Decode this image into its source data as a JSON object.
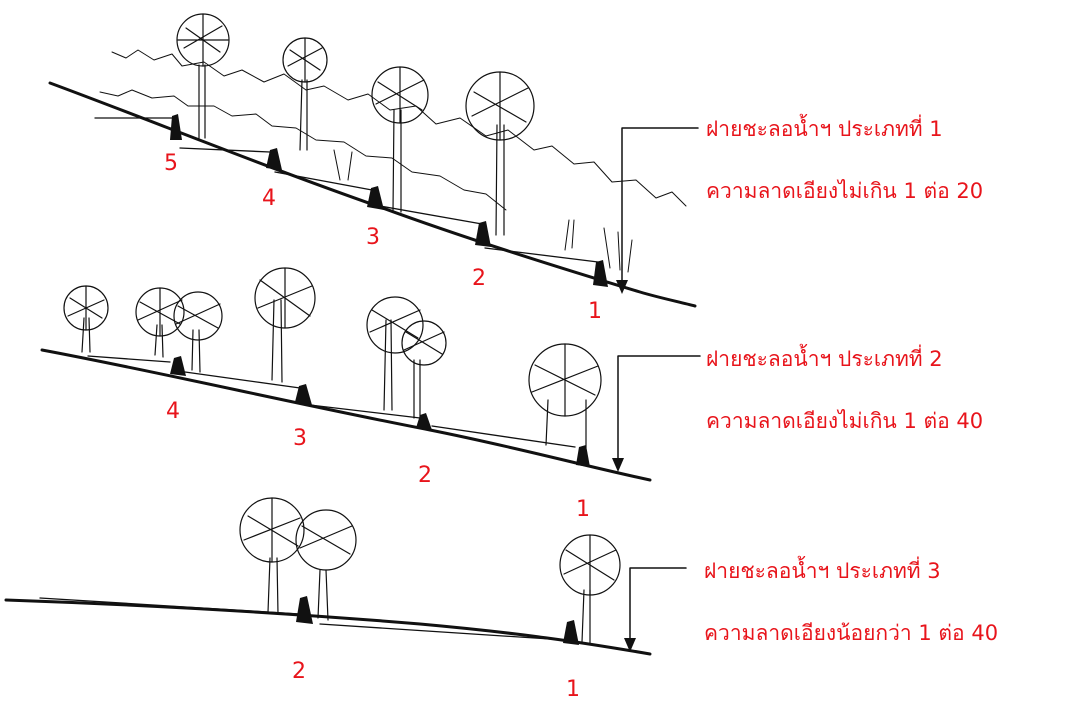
{
  "accent_color": "#e8141b",
  "ink_color": "#111111",
  "panels": [
    {
      "type_label": "ฝายชะลอน้ำฯ ประเภทที่ 1",
      "slope_label": "ความลาดเอียงไม่เกิน 1 ต่อ 20",
      "dam_numbers": [
        "1",
        "2",
        "3",
        "4",
        "5"
      ]
    },
    {
      "type_label": "ฝายชะลอน้ำฯ ประเภทที่ 2",
      "slope_label": "ความลาดเอียงไม่เกิน 1 ต่อ 40",
      "dam_numbers": [
        "1",
        "2",
        "3",
        "4"
      ]
    },
    {
      "type_label": "ฝายชะลอน้ำฯ ประเภทที่ 3",
      "slope_label": "ความลาดเอียงน้อยกว่า 1 ต่อ 40",
      "dam_numbers": [
        "1",
        "2"
      ]
    }
  ]
}
